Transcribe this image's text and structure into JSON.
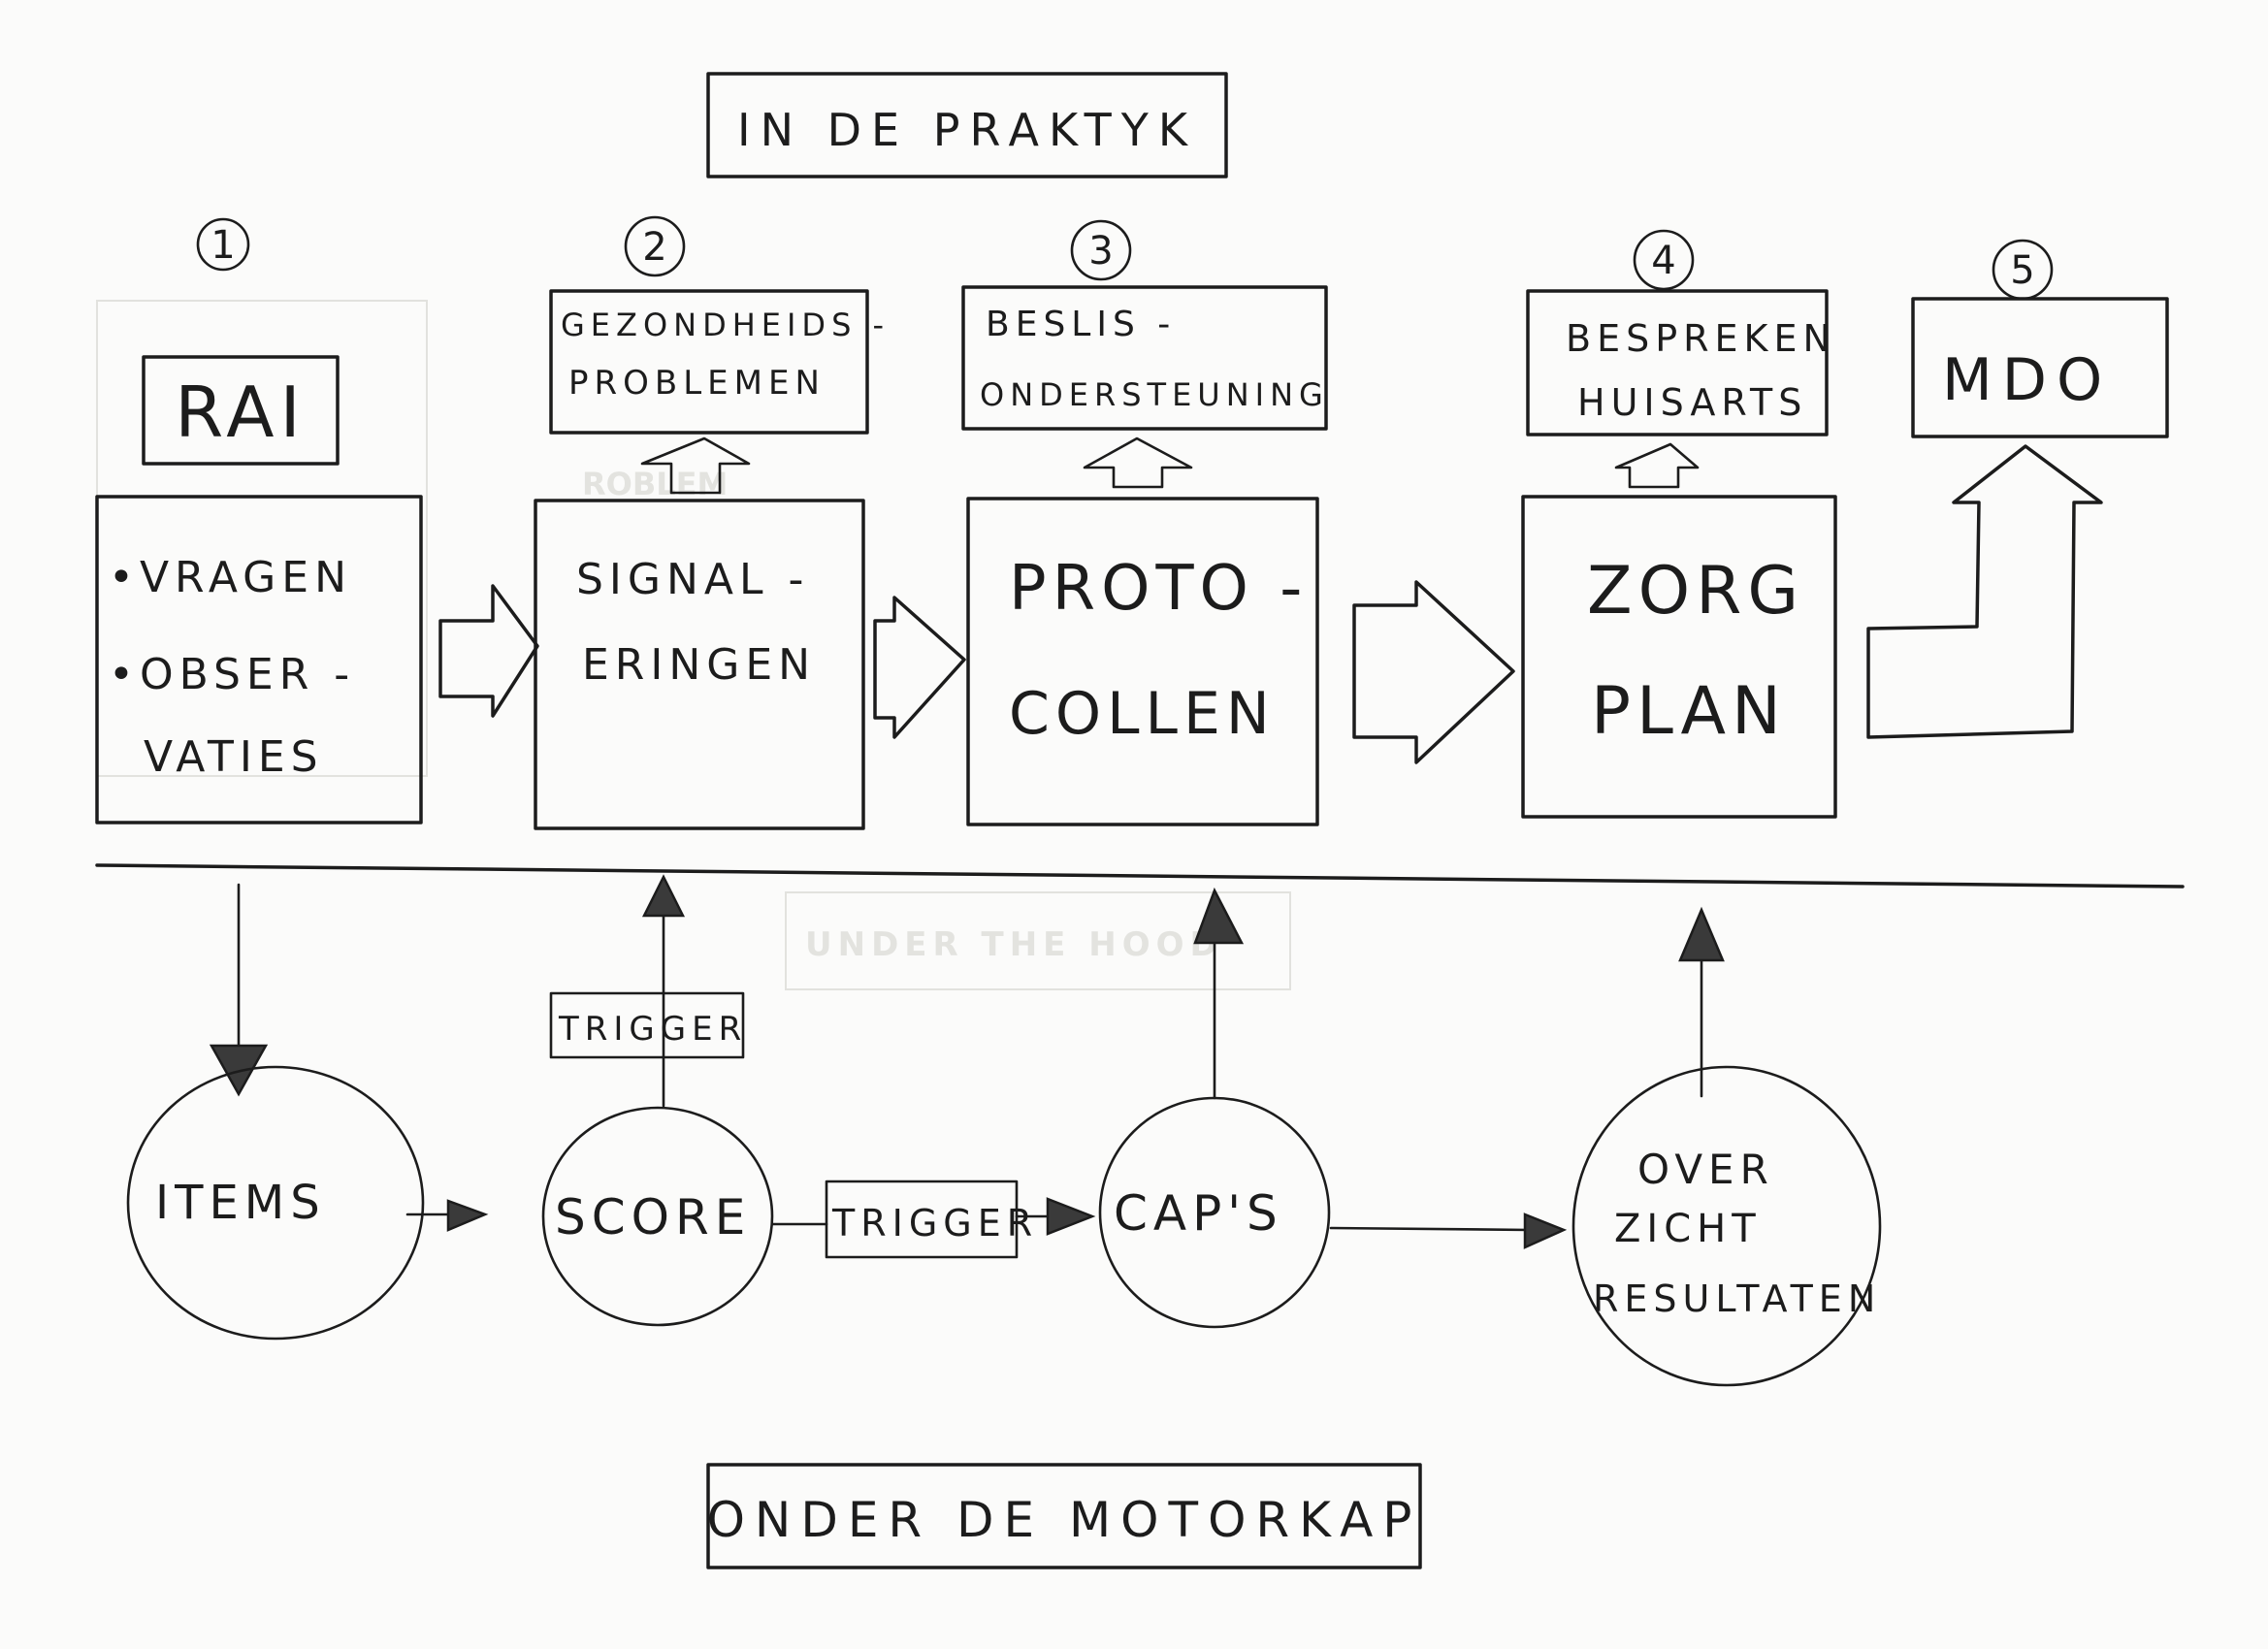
{
  "titles": {
    "top": "IN DE PRAKTYK",
    "bottom": "ONDER DE MOTORKAP"
  },
  "steps": [
    {
      "number": "1",
      "box_title": "RAI",
      "main_lines": [
        "•VRAGEN",
        "•OBSER -",
        "VATIES"
      ]
    },
    {
      "number": "2",
      "box_title_lines": [
        "GEZONDHEIDS -",
        "PROBLEMEN"
      ],
      "main_lines": [
        "SIGNAL -",
        "ERINGEN"
      ]
    },
    {
      "number": "3",
      "box_title_lines": [
        "BESLIS -",
        "ONDERSTEUNING"
      ],
      "main_lines": [
        "PROTO -",
        "COLLEN"
      ]
    },
    {
      "number": "4",
      "box_title_lines": [
        "BESPREKEN",
        "HUISARTS"
      ],
      "main_lines": [
        "ZORG",
        "PLAN"
      ]
    },
    {
      "number": "5",
      "box_title": "MDO"
    }
  ],
  "bottom_nodes": {
    "items": "ITEMS",
    "score": "SCORE",
    "caps": "CAP'S",
    "overzicht": [
      "OVER",
      "ZICHT",
      "RESULTATEN"
    ]
  },
  "triggers": {
    "vertical": "TRIGGER",
    "horizontal": "TRIGGER"
  },
  "colors": {
    "ink": "#1c1c1c",
    "paper": "#fbfbfa"
  }
}
